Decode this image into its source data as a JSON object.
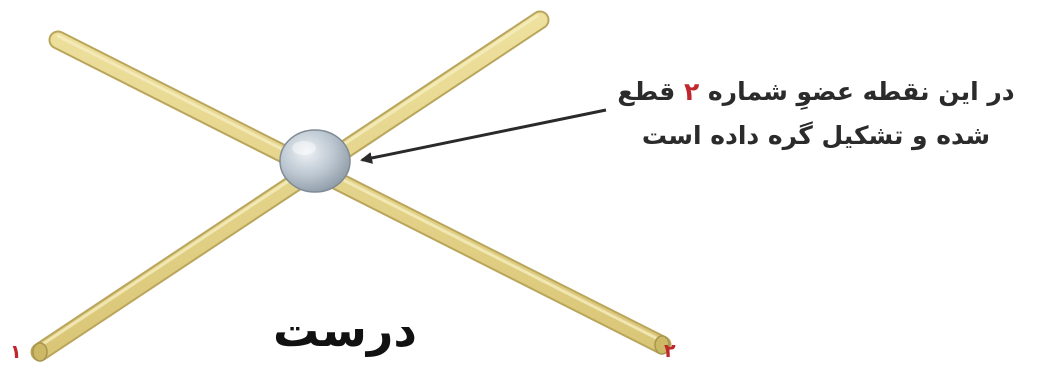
{
  "annotation": {
    "line1_before": "در این نقطه عضوِ شماره",
    "member_number": "۲",
    "line1_after": "قطع",
    "line2": "شده و تشکیل گره داده است"
  },
  "verdict": "درست",
  "end_labels": {
    "member_1": "۱",
    "member_2": "۲"
  },
  "colors": {
    "member": "#e6d58a",
    "joint": "#b9c4cf",
    "accent": "#c0262d",
    "arrow": "#2a2a2a"
  }
}
